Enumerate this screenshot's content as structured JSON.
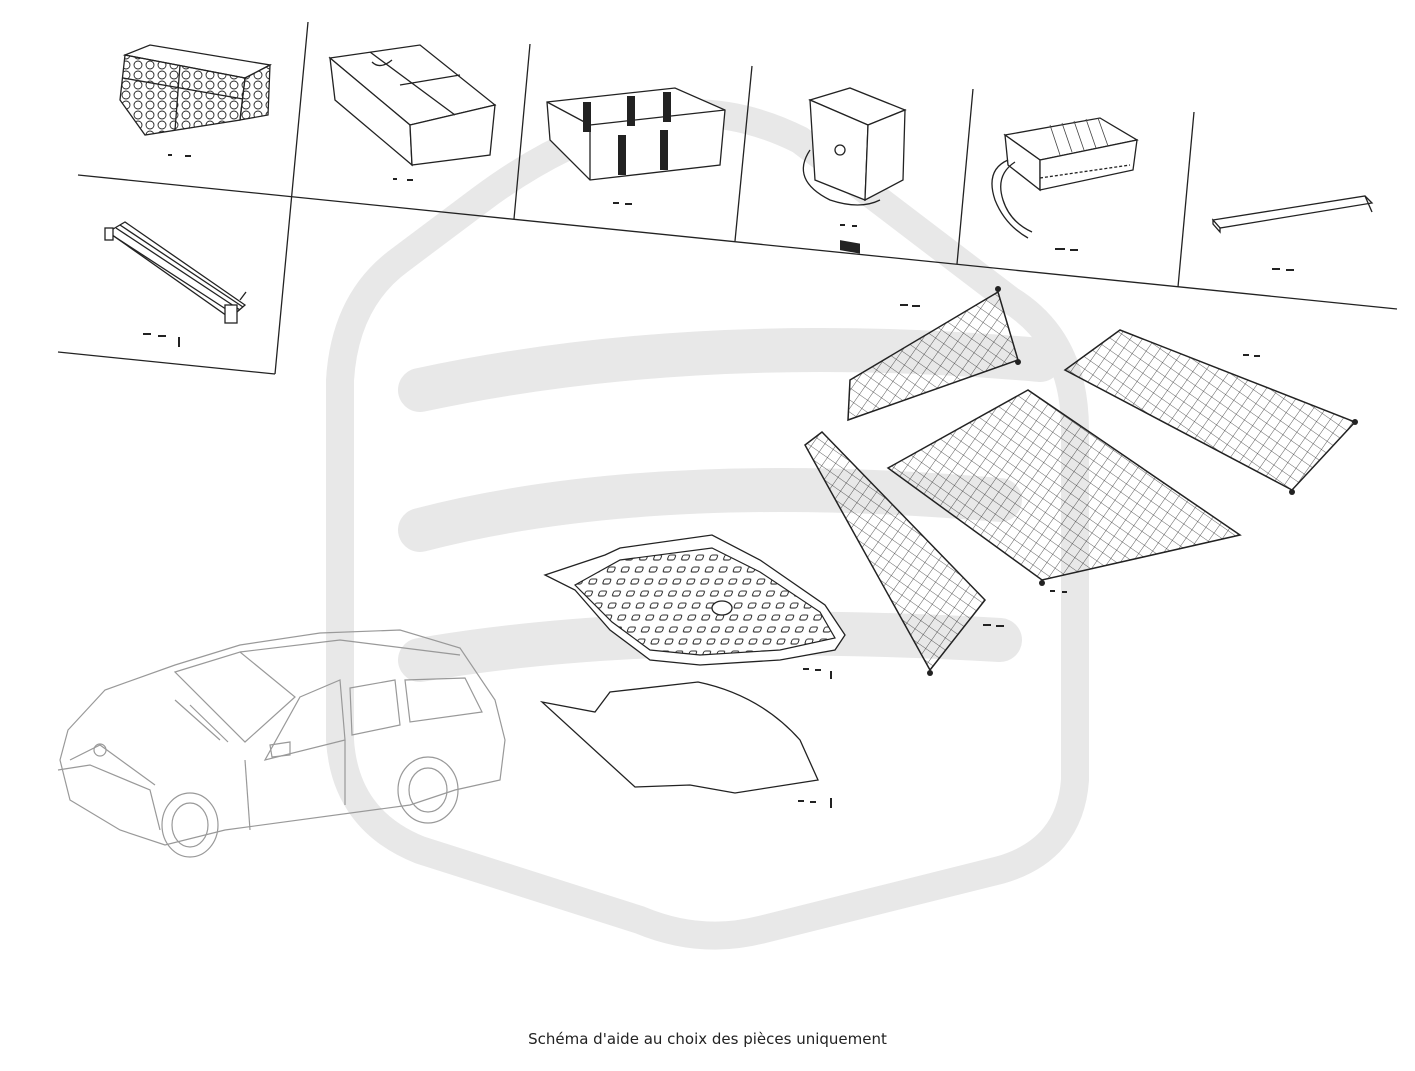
{
  "caption": "Schéma d'aide au choix des pièces uniquement",
  "colors": {
    "line": "#222222",
    "watermark": "#e8e8e8",
    "car": "#999999",
    "background": "#ffffff"
  },
  "parts": [
    {
      "name": "folding-crate",
      "icon": "crate-icon"
    },
    {
      "name": "cargo-organizer",
      "icon": "organizer-icon"
    },
    {
      "name": "luggage-tray",
      "icon": "tray-icon"
    },
    {
      "name": "cool-box",
      "icon": "cooler-icon"
    },
    {
      "name": "air-compressor",
      "icon": "compressor-icon"
    },
    {
      "name": "mounting-rail",
      "icon": "rail-icon"
    },
    {
      "name": "roller-blind",
      "icon": "roller-icon"
    },
    {
      "name": "cargo-nets",
      "icon": "net-icon"
    },
    {
      "name": "boot-tub-mat",
      "icon": "tub-icon"
    },
    {
      "name": "boot-floor-mat",
      "icon": "mat-icon"
    },
    {
      "name": "vehicle-estate",
      "icon": "car-icon"
    }
  ]
}
